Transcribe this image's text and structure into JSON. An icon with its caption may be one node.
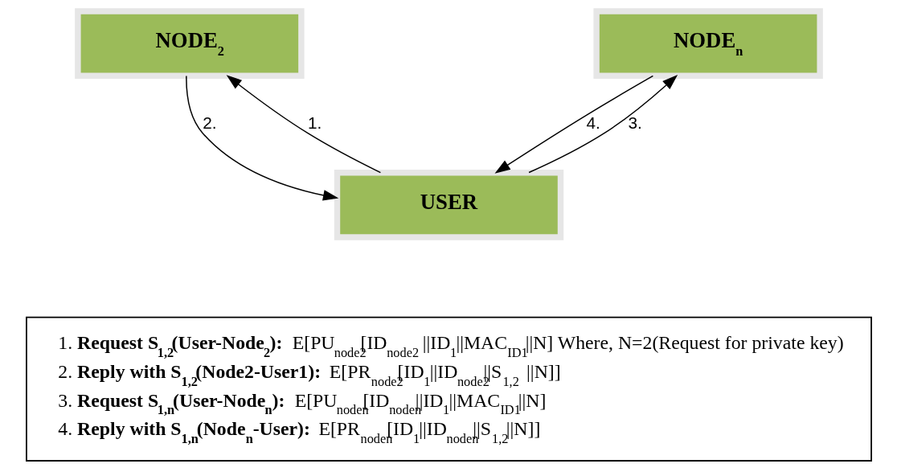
{
  "diagram": {
    "nodes": [
      {
        "text": [
          "NODE$_{2}$"
        ]
      },
      {
        "text": [
          "NODE$_{n}$"
        ]
      },
      {
        "text": [
          "USER"
        ]
      },
      {
        "text": [
          "1. **Request S$_{1,2}$(User-Node$_{2}$):** E[PU$_{node2}$[ID$_{node2}$ ||ID$_{1}$||MAC$_{ID1}$||N] Where, N=2(Request for private key)",
          "2. **Reply with S$_{1,2}$(Node2-User1):** E[PR$_{node2}$[ID$_{1}$||ID$_{node2}$||S$_{1,2}$ ||N]]",
          "3. **Request S$_{1,n}$(User-Node$_{n}$):** E[PU$_{noden}$[ID$_{noden}$||ID$_{1}$||MAC$_{ID1}$||N]",
          "4. **Reply with S$_{1,n}$(Node$_{n}$-User):** E[PR$_{noden}$[ID$_{1}$||ID$_{noden}$||S$_{1,2}$||N]]"
        ]
      }
    ],
    "edges": [
      {
        "from": 2,
        "to": 0,
        "arrow": "to",
        "label": "1."
      },
      {
        "from": 0,
        "to": 2,
        "arrow": "to",
        "label": "2."
      },
      {
        "from": 2,
        "to": 1,
        "arrow": "to",
        "label": "3."
      },
      {
        "from": 1,
        "to": 2,
        "arrow": "to",
        "label": "4."
      }
    ]
  }
}
